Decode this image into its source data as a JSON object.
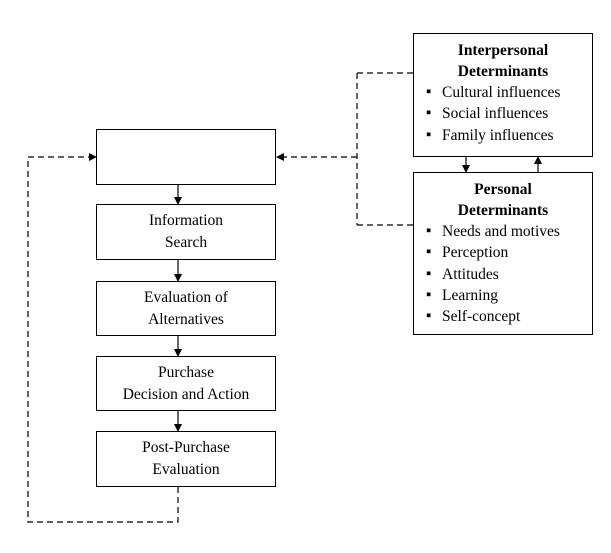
{
  "process_steps": [
    {
      "id": "problem-recognition",
      "lines": [
        "",
        ""
      ]
    },
    {
      "id": "information-search",
      "lines": [
        "Information",
        "Search"
      ]
    },
    {
      "id": "evaluation-of-alternatives",
      "lines": [
        "Evaluation of",
        "Alternatives"
      ]
    },
    {
      "id": "purchase-decision",
      "lines": [
        "Purchase",
        "Decision and Action"
      ]
    },
    {
      "id": "post-purchase-evaluation",
      "lines": [
        "Post-Purchase",
        "Evaluation"
      ]
    }
  ],
  "interpersonal": {
    "title_lines": [
      "Interpersonal",
      "Determinants"
    ],
    "items": [
      "Cultural influences",
      "Social influences",
      "Family influences"
    ]
  },
  "personal": {
    "title_lines": [
      "Personal",
      "Determinants"
    ],
    "items": [
      "Needs and motives",
      "Perception",
      "Attitudes",
      "Learning",
      "Self-concept"
    ]
  },
  "colors": {
    "stroke": "#000000",
    "background": "#ffffff"
  }
}
